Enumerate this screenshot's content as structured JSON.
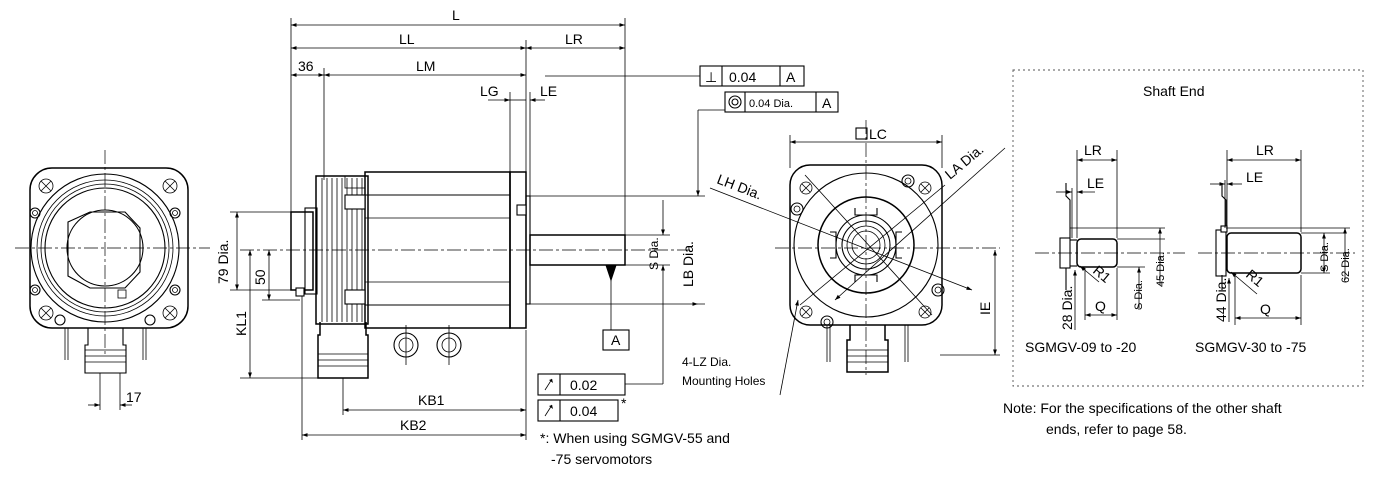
{
  "dimensions": {
    "L": "L",
    "LL": "LL",
    "LR": "LR",
    "LM": "LM",
    "d36": "36",
    "LG": "LG",
    "LE": "LE",
    "KB1": "KB1",
    "KB2": "KB2",
    "KL1": "KL1",
    "d79": "79 Dia.",
    "d50": "50",
    "LB": "LB Dia.",
    "S": "S Dia.",
    "LC": "LC",
    "LA": "LA Dia.",
    "LH": "LH Dia.",
    "IE": "IE",
    "d17": "17"
  },
  "tolerances": {
    "perp_symbol": "⊥",
    "perp_value": "0.04",
    "perp_ref": "A",
    "conc_value": "0.04 Dia.",
    "conc_ref": "A",
    "runout1": "0.02",
    "runout2": "0.04",
    "runout2_mark": "*",
    "datum": "A"
  },
  "notes": {
    "mounting": "4-LZ Dia.",
    "mounting2": "Mounting Holes",
    "star": "*: When using SGMGV-55 and",
    "star2": "-75 servomotors",
    "note1": "Note: For the specifications of the other shaft",
    "note2": "ends, refer to page 58."
  },
  "shaft_end": {
    "title": "Shaft End",
    "left": {
      "LR": "LR",
      "LE": "LE",
      "R1": "R1",
      "d28": "28 Dia.",
      "S": "S Dia.",
      "d45": "45 Dia.",
      "Q": "Q",
      "model": "SGMGV-09 to -20"
    },
    "right": {
      "LR": "LR",
      "LE": "LE",
      "R1": "R1",
      "d44": "44 Dia.",
      "S": "S Dia.",
      "d62": "62 Dia.",
      "Q": "Q",
      "model": "SGMGV-30 to -75"
    }
  }
}
